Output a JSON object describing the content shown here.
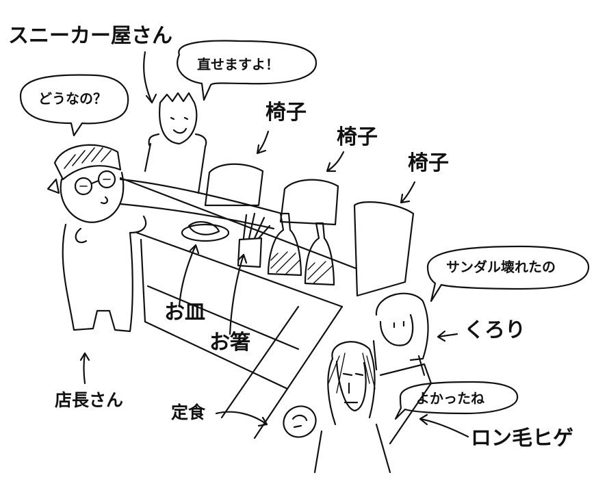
{
  "labels": {
    "sneaker_shop": "スニーカー屋さん",
    "chair_1": "椅子",
    "chair_2": "椅子",
    "chair_3": "椅子",
    "plate": "お皿",
    "chopsticks": "お箸",
    "manager": "店長さん",
    "set_meal": "定食",
    "kurori": "くろり",
    "long_hair_beard": "ロン毛ヒゲ"
  },
  "bubbles": {
    "sneaker_shop_speech": "直せますよ！",
    "manager_speech": "どうなの？",
    "kurori_speech": "サンダル壊れたの",
    "beard_speech": "よかったね"
  },
  "colors": {
    "ink": "#111111",
    "paper": "#ffffff"
  }
}
